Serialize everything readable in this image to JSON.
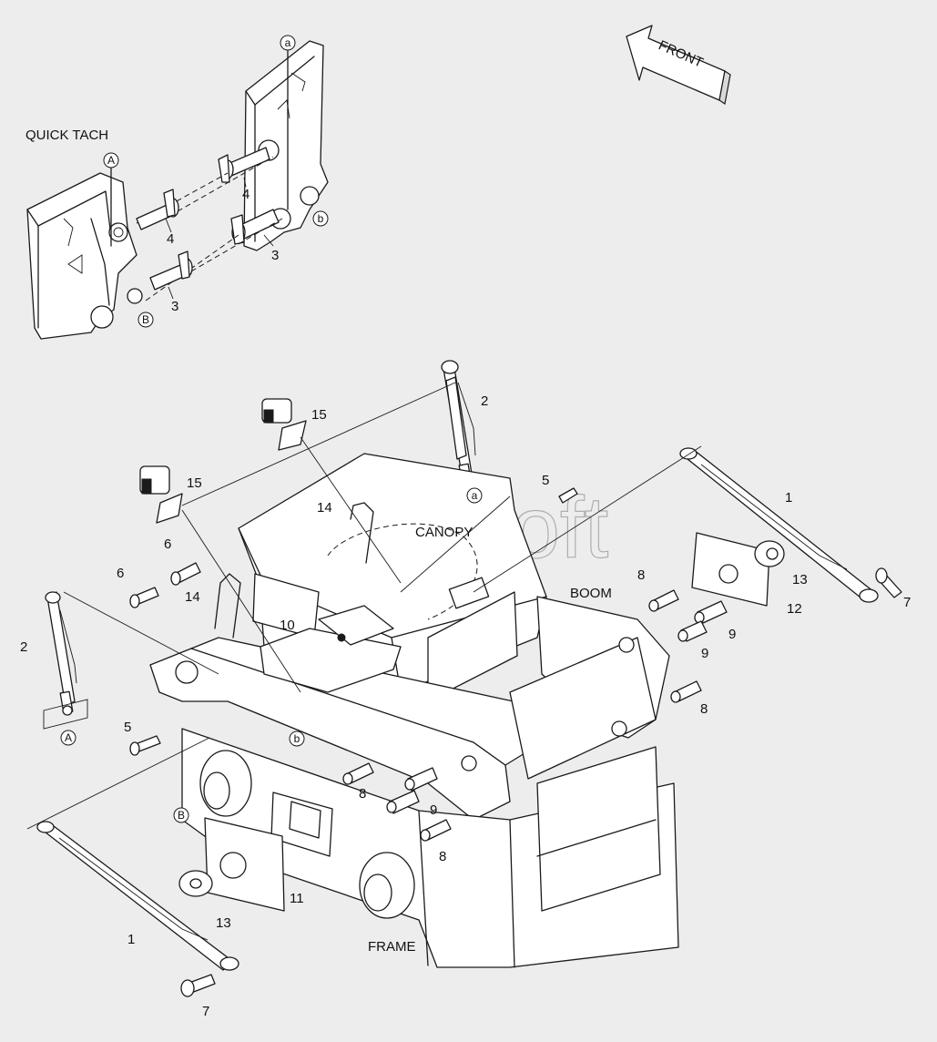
{
  "labels": {
    "quick_tach": "QUICK TACH",
    "front": "FRONT",
    "canopy": "CANOPY",
    "boom": "BOOM",
    "frame": "FRAME"
  },
  "watermark": "AutoSoft",
  "part_numbers": {
    "p1a": "1",
    "p1b": "1",
    "p2a": "2",
    "p2b": "2",
    "p3a": "3",
    "p3b": "3",
    "p4a": "4",
    "p4b": "4",
    "p5a": "5",
    "p5b": "5",
    "p6a": "6",
    "p6b": "6",
    "p7a": "7",
    "p7b": "7",
    "p8a": "8",
    "p8b": "8",
    "p8c": "8",
    "p8d": "8",
    "p9a": "9",
    "p9b": "9",
    "p9c": "9",
    "p10": "10",
    "p11": "11",
    "p12": "12",
    "p13a": "13",
    "p13b": "13",
    "p14a": "14",
    "p14b": "14",
    "p15a": "15",
    "p15b": "15"
  },
  "references": {
    "A1": "A",
    "A2": "A",
    "B1": "B",
    "B2": "B",
    "a1": "a",
    "a2": "a",
    "b1": "b",
    "b2": "b"
  }
}
